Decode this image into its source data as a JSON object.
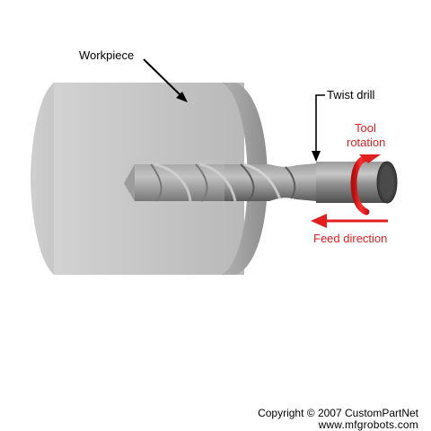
{
  "labels": {
    "workpiece": "Workpiece",
    "twist_drill": "Twist drill",
    "tool_rotation_line1": "Tool",
    "tool_rotation_line2": "rotation",
    "feed_direction": "Feed direction"
  },
  "footer": {
    "copyright": "Copyright © 2007 CustomPartNet",
    "website": "www.mfgrobots.com"
  },
  "colors": {
    "annotation_red": "#e01f1f",
    "workpiece_gray": "#c8c8c8",
    "drill_gray": "#7a7a7a"
  }
}
